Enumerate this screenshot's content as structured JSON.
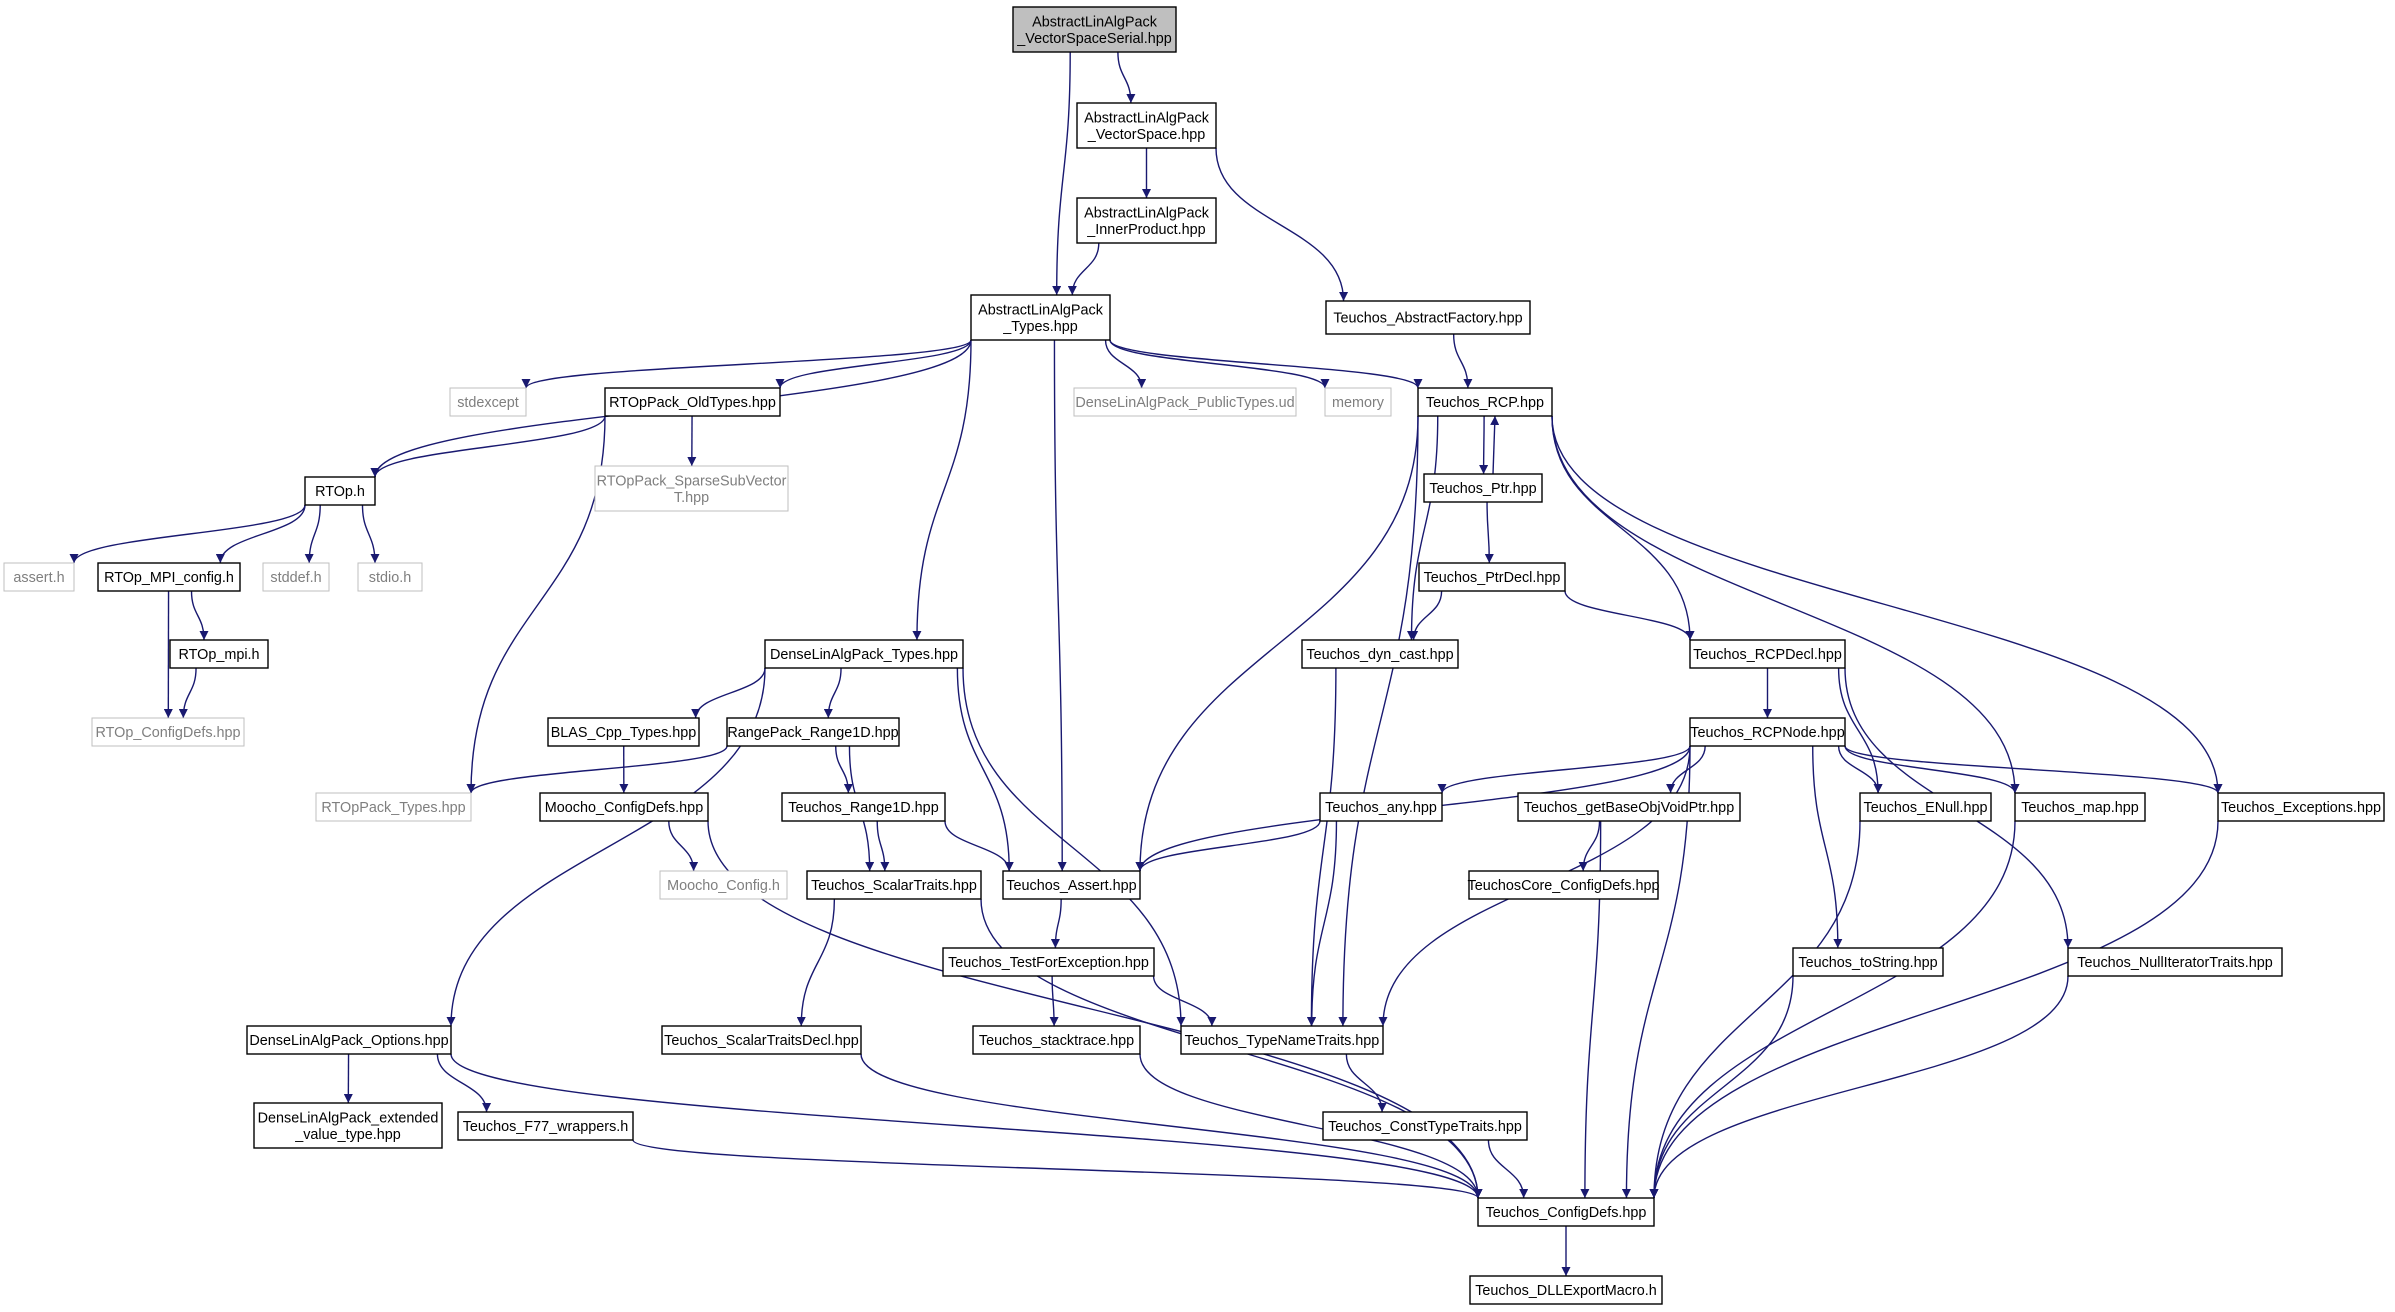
{
  "graph": {
    "colors": {
      "edge": "#191970",
      "node_border": "#000000",
      "external_border": "#bfbfbf",
      "external_text": "#7f7f7f",
      "root_fill": "#bfbfbf",
      "background": "#ffffff"
    },
    "nodes": [
      {
        "id": "n0",
        "lines": [
          "AbstractLinAlgPack",
          "_VectorSpaceSerial.hpp"
        ],
        "kind": "root"
      },
      {
        "id": "n1",
        "lines": [
          "AbstractLinAlgPack",
          "_VectorSpace.hpp"
        ],
        "kind": "normal"
      },
      {
        "id": "n2",
        "lines": [
          "AbstractLinAlgPack",
          "_InnerProduct.hpp"
        ],
        "kind": "normal"
      },
      {
        "id": "n3",
        "lines": [
          "AbstractLinAlgPack",
          "_Types.hpp"
        ],
        "kind": "normal"
      },
      {
        "id": "n4",
        "lines": [
          "Teuchos_AbstractFactory.hpp"
        ],
        "kind": "normal"
      },
      {
        "id": "n5",
        "lines": [
          "stdexcept"
        ],
        "kind": "external"
      },
      {
        "id": "n6",
        "lines": [
          "RTOpPack_OldTypes.hpp"
        ],
        "kind": "normal"
      },
      {
        "id": "n7",
        "lines": [
          "DenseLinAlgPack_PublicTypes.ud"
        ],
        "kind": "external"
      },
      {
        "id": "n8",
        "lines": [
          "memory"
        ],
        "kind": "external"
      },
      {
        "id": "n9",
        "lines": [
          "Teuchos_RCP.hpp"
        ],
        "kind": "normal"
      },
      {
        "id": "n10",
        "lines": [
          "RTOp.h"
        ],
        "kind": "normal"
      },
      {
        "id": "n11",
        "lines": [
          "RTOpPack_SparseSubVector",
          "T.hpp"
        ],
        "kind": "external"
      },
      {
        "id": "n12",
        "lines": [
          "Teuchos_Ptr.hpp"
        ],
        "kind": "normal"
      },
      {
        "id": "n13",
        "lines": [
          "assert.h"
        ],
        "kind": "external"
      },
      {
        "id": "n14",
        "lines": [
          "RTOp_MPI_config.h"
        ],
        "kind": "normal"
      },
      {
        "id": "n15",
        "lines": [
          "stddef.h"
        ],
        "kind": "external"
      },
      {
        "id": "n16",
        "lines": [
          "stdio.h"
        ],
        "kind": "external"
      },
      {
        "id": "n17",
        "lines": [
          "Teuchos_PtrDecl.hpp"
        ],
        "kind": "normal"
      },
      {
        "id": "n18",
        "lines": [
          "RTOp_mpi.h"
        ],
        "kind": "normal"
      },
      {
        "id": "n19",
        "lines": [
          "DenseLinAlgPack_Types.hpp"
        ],
        "kind": "normal"
      },
      {
        "id": "n20",
        "lines": [
          "Teuchos_dyn_cast.hpp"
        ],
        "kind": "normal"
      },
      {
        "id": "n21",
        "lines": [
          "Teuchos_RCPDecl.hpp"
        ],
        "kind": "normal"
      },
      {
        "id": "n22",
        "lines": [
          "RTOp_ConfigDefs.hpp"
        ],
        "kind": "external"
      },
      {
        "id": "n23",
        "lines": [
          "BLAS_Cpp_Types.hpp"
        ],
        "kind": "normal"
      },
      {
        "id": "n24",
        "lines": [
          "RangePack_Range1D.hpp"
        ],
        "kind": "normal"
      },
      {
        "id": "n25",
        "lines": [
          "Teuchos_RCPNode.hpp"
        ],
        "kind": "normal"
      },
      {
        "id": "n26",
        "lines": [
          "RTOpPack_Types.hpp"
        ],
        "kind": "external"
      },
      {
        "id": "n27",
        "lines": [
          "Moocho_ConfigDefs.hpp"
        ],
        "kind": "normal"
      },
      {
        "id": "n28",
        "lines": [
          "Teuchos_Range1D.hpp"
        ],
        "kind": "normal"
      },
      {
        "id": "n29",
        "lines": [
          "Teuchos_any.hpp"
        ],
        "kind": "normal"
      },
      {
        "id": "n30",
        "lines": [
          "Teuchos_getBaseObjVoidPtr.hpp"
        ],
        "kind": "normal"
      },
      {
        "id": "n31",
        "lines": [
          "Teuchos_ENull.hpp"
        ],
        "kind": "normal"
      },
      {
        "id": "n32",
        "lines": [
          "Teuchos_map.hpp"
        ],
        "kind": "normal"
      },
      {
        "id": "n33",
        "lines": [
          "Teuchos_Exceptions.hpp"
        ],
        "kind": "normal"
      },
      {
        "id": "n34",
        "lines": [
          "Moocho_Config.h"
        ],
        "kind": "external"
      },
      {
        "id": "n35",
        "lines": [
          "Teuchos_ScalarTraits.hpp"
        ],
        "kind": "normal"
      },
      {
        "id": "n36",
        "lines": [
          "Teuchos_Assert.hpp"
        ],
        "kind": "normal"
      },
      {
        "id": "n37",
        "lines": [
          "TeuchosCore_ConfigDefs.hpp"
        ],
        "kind": "normal"
      },
      {
        "id": "n38",
        "lines": [
          "Teuchos_TestForException.hpp"
        ],
        "kind": "normal"
      },
      {
        "id": "n39",
        "lines": [
          "Teuchos_toString.hpp"
        ],
        "kind": "normal"
      },
      {
        "id": "n40",
        "lines": [
          "Teuchos_NullIteratorTraits.hpp"
        ],
        "kind": "normal"
      },
      {
        "id": "n41",
        "lines": [
          "DenseLinAlgPack_Options.hpp"
        ],
        "kind": "normal"
      },
      {
        "id": "n42",
        "lines": [
          "Teuchos_ScalarTraitsDecl.hpp"
        ],
        "kind": "normal"
      },
      {
        "id": "n43",
        "lines": [
          "Teuchos_stacktrace.hpp"
        ],
        "kind": "normal"
      },
      {
        "id": "n44",
        "lines": [
          "Teuchos_TypeNameTraits.hpp"
        ],
        "kind": "normal"
      },
      {
        "id": "n45",
        "lines": [
          "DenseLinAlgPack_extended",
          "_value_type.hpp"
        ],
        "kind": "normal"
      },
      {
        "id": "n46",
        "lines": [
          "Teuchos_F77_wrappers.h"
        ],
        "kind": "normal"
      },
      {
        "id": "n47",
        "lines": [
          "Teuchos_ConstTypeTraits.hpp"
        ],
        "kind": "normal"
      },
      {
        "id": "n48",
        "lines": [
          "Teuchos_ConfigDefs.hpp"
        ],
        "kind": "normal"
      },
      {
        "id": "n49",
        "lines": [
          "Teuchos_DLLExportMacro.h"
        ],
        "kind": "normal"
      }
    ],
    "edges": [
      [
        "n0",
        "n1"
      ],
      [
        "n0",
        "n3"
      ],
      [
        "n1",
        "n2"
      ],
      [
        "n1",
        "n4"
      ],
      [
        "n2",
        "n3"
      ],
      [
        "n3",
        "n5"
      ],
      [
        "n3",
        "n6"
      ],
      [
        "n3",
        "n7"
      ],
      [
        "n3",
        "n8"
      ],
      [
        "n3",
        "n9"
      ],
      [
        "n3",
        "n10"
      ],
      [
        "n3",
        "n19"
      ],
      [
        "n3",
        "n36"
      ],
      [
        "n4",
        "n9"
      ],
      [
        "n6",
        "n10"
      ],
      [
        "n6",
        "n11"
      ],
      [
        "n6",
        "n26"
      ],
      [
        "n9",
        "n12"
      ],
      [
        "n9",
        "n20"
      ],
      [
        "n9",
        "n21"
      ],
      [
        "n9",
        "n36"
      ],
      [
        "n9",
        "n44"
      ],
      [
        "n9",
        "n32"
      ],
      [
        "n9",
        "n33"
      ],
      [
        "n12",
        "n9"
      ],
      [
        "n12",
        "n17"
      ],
      [
        "n17",
        "n20"
      ],
      [
        "n17",
        "n21"
      ],
      [
        "n10",
        "n13"
      ],
      [
        "n10",
        "n14"
      ],
      [
        "n10",
        "n15"
      ],
      [
        "n10",
        "n16"
      ],
      [
        "n14",
        "n18"
      ],
      [
        "n14",
        "n22"
      ],
      [
        "n18",
        "n22"
      ],
      [
        "n19",
        "n23"
      ],
      [
        "n19",
        "n24"
      ],
      [
        "n19",
        "n36"
      ],
      [
        "n19",
        "n44"
      ],
      [
        "n19",
        "n41"
      ],
      [
        "n20",
        "n44"
      ],
      [
        "n21",
        "n25"
      ],
      [
        "n21",
        "n31"
      ],
      [
        "n21",
        "n40"
      ],
      [
        "n23",
        "n27"
      ],
      [
        "n24",
        "n26"
      ],
      [
        "n24",
        "n28"
      ],
      [
        "n24",
        "n35"
      ],
      [
        "n25",
        "n29"
      ],
      [
        "n25",
        "n30"
      ],
      [
        "n25",
        "n31"
      ],
      [
        "n25",
        "n32"
      ],
      [
        "n25",
        "n33"
      ],
      [
        "n25",
        "n36"
      ],
      [
        "n25",
        "n44"
      ],
      [
        "n25",
        "n39"
      ],
      [
        "n25",
        "n48"
      ],
      [
        "n27",
        "n34"
      ],
      [
        "n27",
        "n48"
      ],
      [
        "n28",
        "n35"
      ],
      [
        "n28",
        "n36"
      ],
      [
        "n29",
        "n36"
      ],
      [
        "n29",
        "n44"
      ],
      [
        "n30",
        "n37"
      ],
      [
        "n30",
        "n48"
      ],
      [
        "n31",
        "n48"
      ],
      [
        "n32",
        "n48"
      ],
      [
        "n33",
        "n48"
      ],
      [
        "n35",
        "n42"
      ],
      [
        "n35",
        "n48"
      ],
      [
        "n36",
        "n38"
      ],
      [
        "n38",
        "n43"
      ],
      [
        "n38",
        "n44"
      ],
      [
        "n39",
        "n48"
      ],
      [
        "n40",
        "n48"
      ],
      [
        "n41",
        "n45"
      ],
      [
        "n41",
        "n46"
      ],
      [
        "n41",
        "n48"
      ],
      [
        "n42",
        "n48"
      ],
      [
        "n43",
        "n48"
      ],
      [
        "n44",
        "n47"
      ],
      [
        "n46",
        "n48"
      ],
      [
        "n47",
        "n48"
      ],
      [
        "n48",
        "n49"
      ]
    ]
  }
}
